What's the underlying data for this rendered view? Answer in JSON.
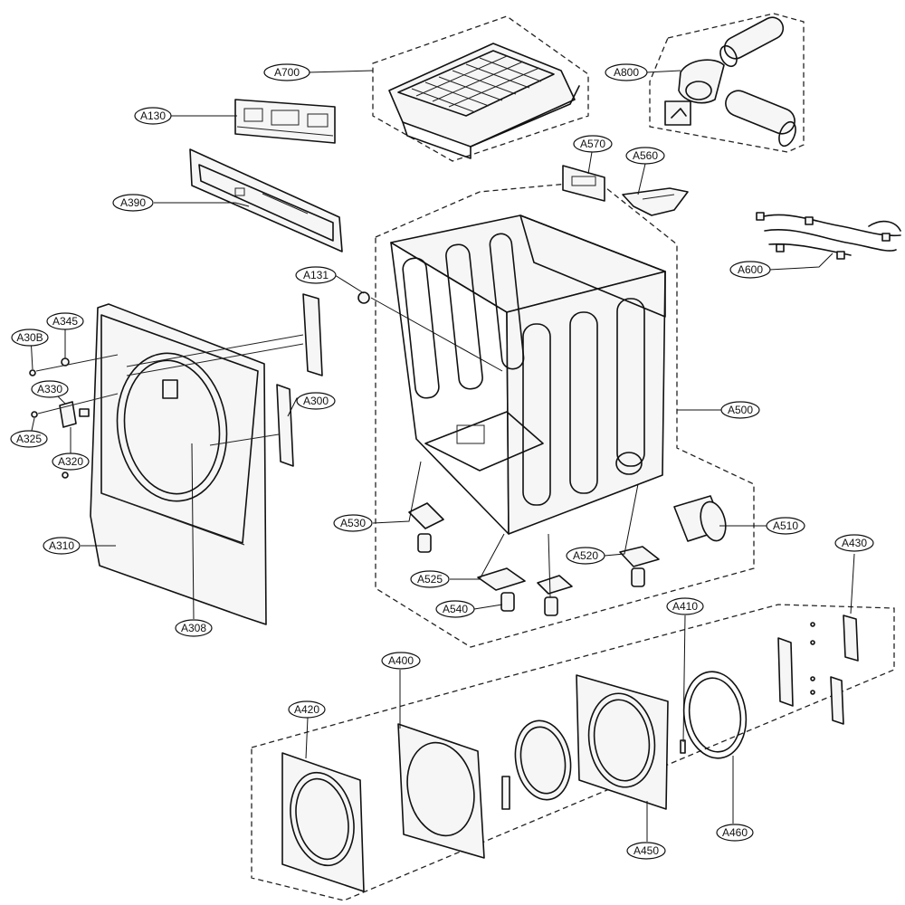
{
  "callouts": {
    "A700": "A700",
    "A800": "A800",
    "A130": "A130",
    "A570": "A570",
    "A560": "A560",
    "A390": "A390",
    "A600": "A600",
    "A131": "A131",
    "A345": "A345",
    "A30B": "A30B",
    "A330": "A330",
    "A300": "A300",
    "A325": "A325",
    "A320": "A320",
    "A310": "A310",
    "A500": "A500",
    "A530": "A530",
    "A510": "A510",
    "A520": "A520",
    "A525": "A525",
    "A540": "A540",
    "A430": "A430",
    "A410": "A410",
    "A400": "A400",
    "A420": "A420",
    "A308": "A308",
    "A460": "A460",
    "A450": "A450"
  }
}
